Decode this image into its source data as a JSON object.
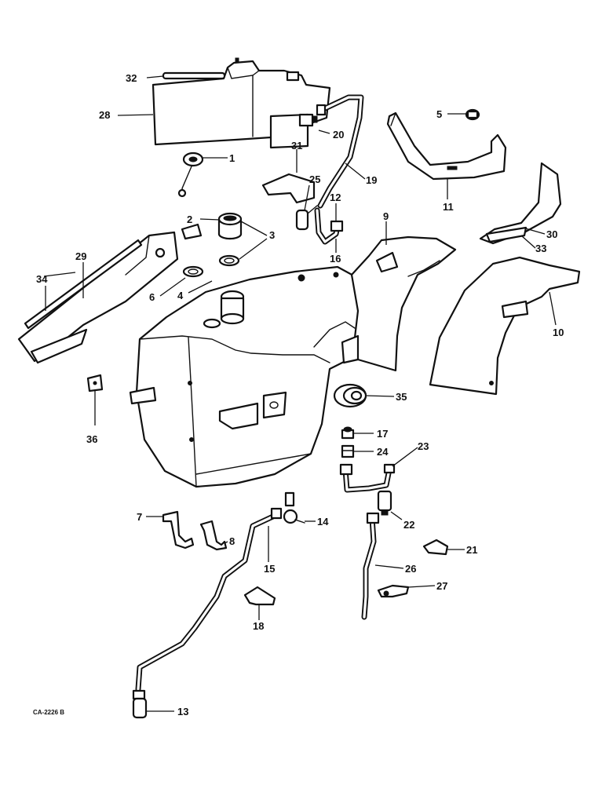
{
  "figure_code": "CA-2226 B",
  "callouts": [
    "1",
    "2",
    "3",
    "4",
    "5",
    "6",
    "7",
    "8",
    "9",
    "10",
    "11",
    "12",
    "13",
    "14",
    "15",
    "16",
    "17",
    "18",
    "19",
    "20",
    "21",
    "22",
    "23",
    "24",
    "25",
    "26",
    "27",
    "28",
    "29",
    "30",
    "31",
    "32",
    "33",
    "34",
    "35",
    "36"
  ]
}
